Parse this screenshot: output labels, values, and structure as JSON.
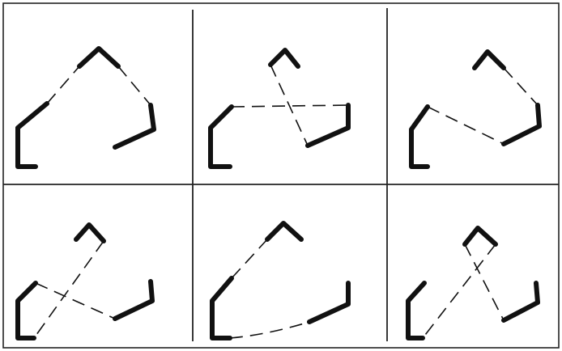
{
  "figure": {
    "grid": {
      "rows": 2,
      "columns": 3
    },
    "stroke_color": "#111111",
    "background_color": "#ffffff",
    "panel_count": 6,
    "mark_types": [
      "solid-segment",
      "dashed-connector"
    ]
  }
}
